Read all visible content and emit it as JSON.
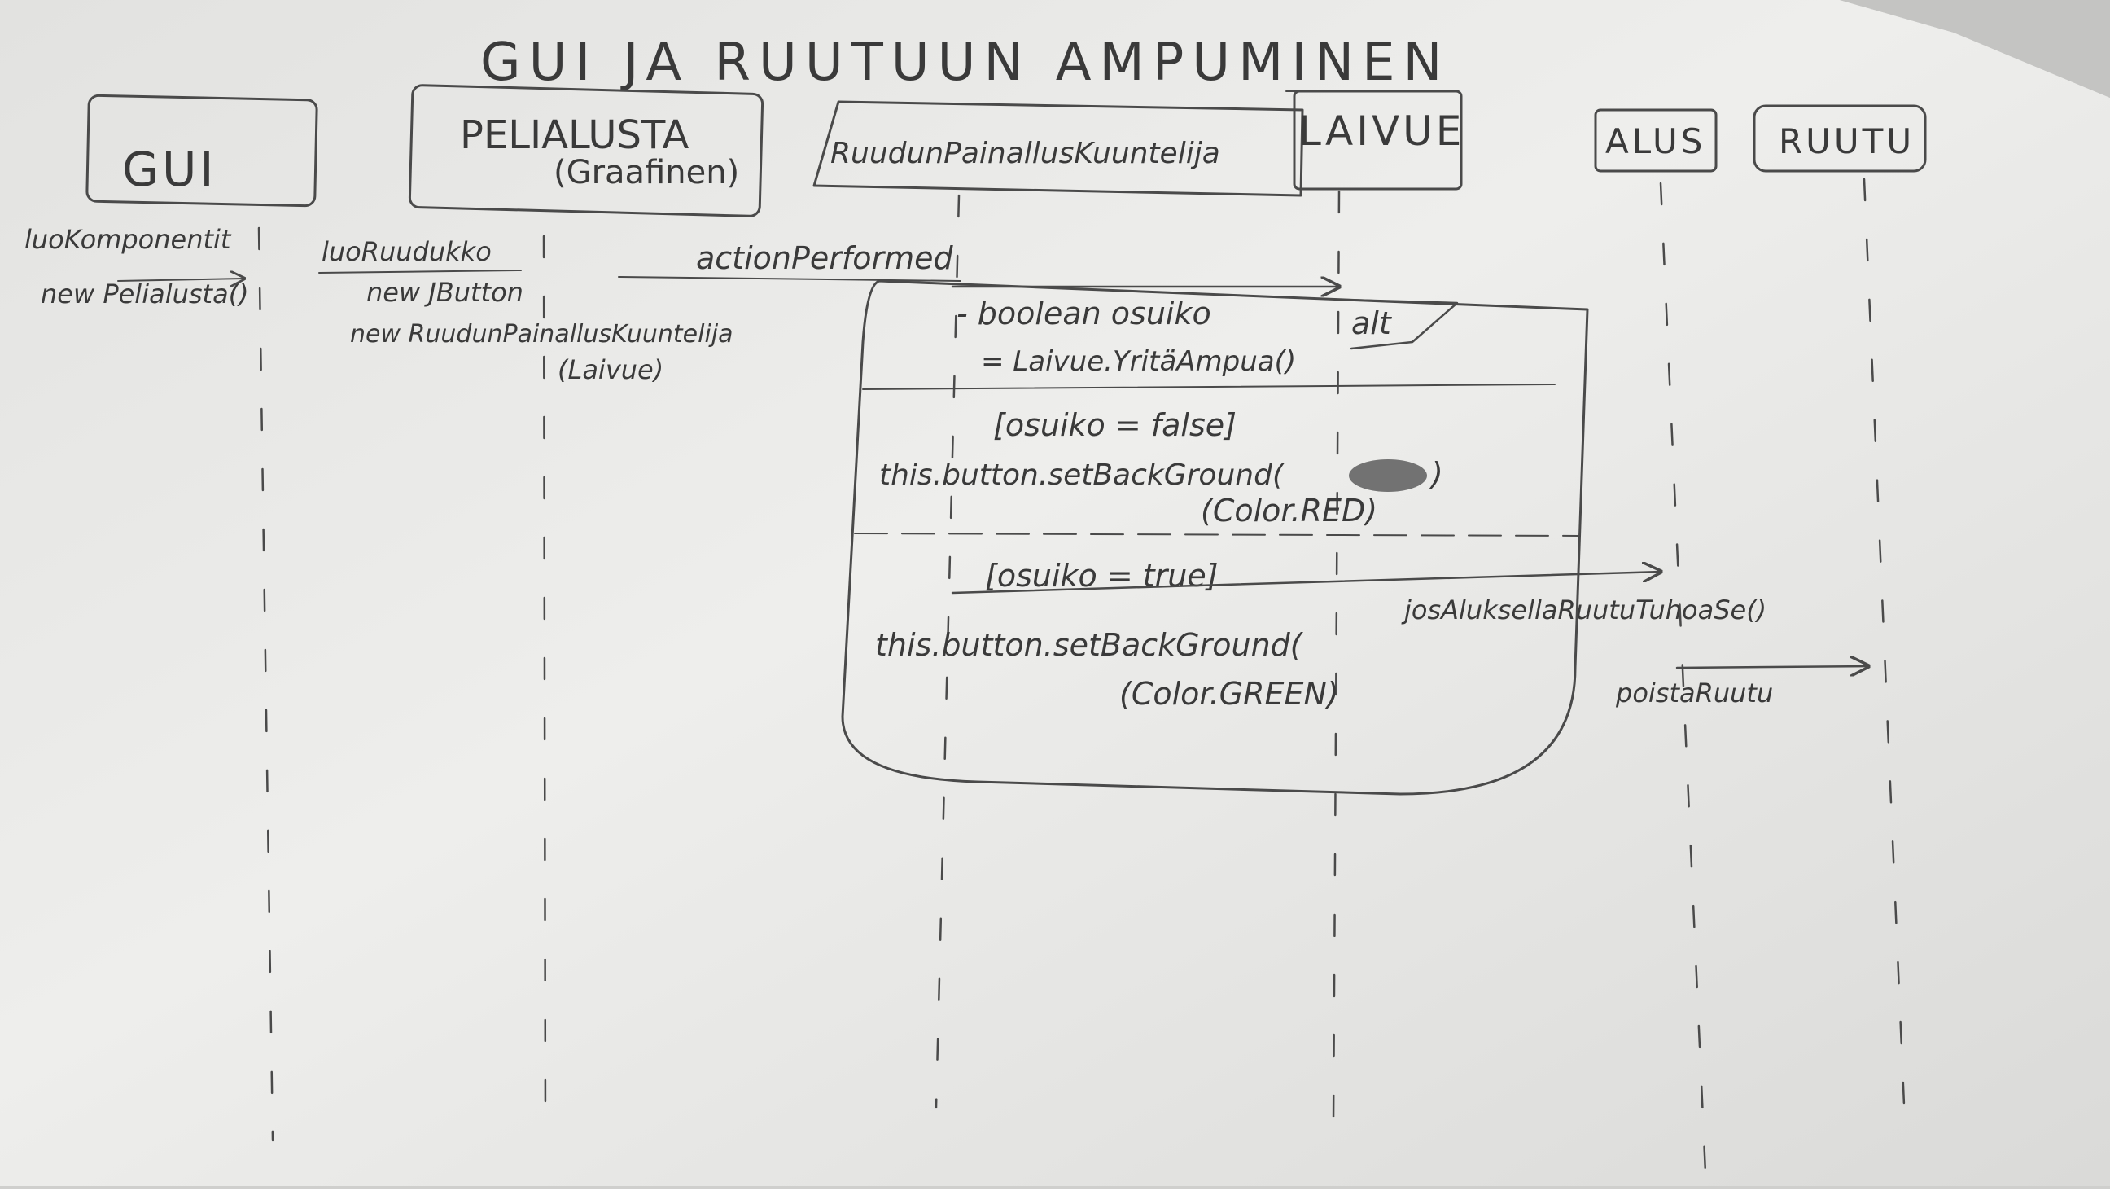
{
  "diagram": {
    "title": "GUI JA RUUTUUN AMPUMINEN",
    "participants": [
      {
        "name": "GUI",
        "note": ""
      },
      {
        "name": "PELIALUSTA",
        "note": "(Graafinen)"
      },
      {
        "name": "RuudunPainallusKuuntelija",
        "note": ""
      },
      {
        "name": "LAIVUE",
        "note": ""
      },
      {
        "name": "ALUS",
        "note": ""
      },
      {
        "name": "RUUTU",
        "note": ""
      }
    ],
    "gui_messages": [
      "luoKomponentit",
      "new Pelialusta()"
    ],
    "pelialusta_messages": [
      "luoRuudukko",
      "new JButton",
      "new RuudunPainallusKuuntelija",
      "(Laivue)"
    ],
    "action_performed": "actionPerformed",
    "alt": {
      "label": "alt",
      "declaration": "- boolean osuiko",
      "call": "= Laivue.YritäAmpua()",
      "guard_false": "[osuiko = false]",
      "false_action": "this.button.setBackGround(",
      "false_color": "(Color.RED)",
      "guard_true": "[osuiko = true]",
      "true_action": "this.button.setBackGround(",
      "true_color": "(Color.GREEN)"
    },
    "alus_message": "josAluksellaRuutuTuhoaSe()",
    "ruutu_message": "poistaRuutu"
  },
  "colors": {
    "paper": "#e9e9e7",
    "pencil": "#4a4a4a",
    "shadow": "#bdbdbb"
  }
}
